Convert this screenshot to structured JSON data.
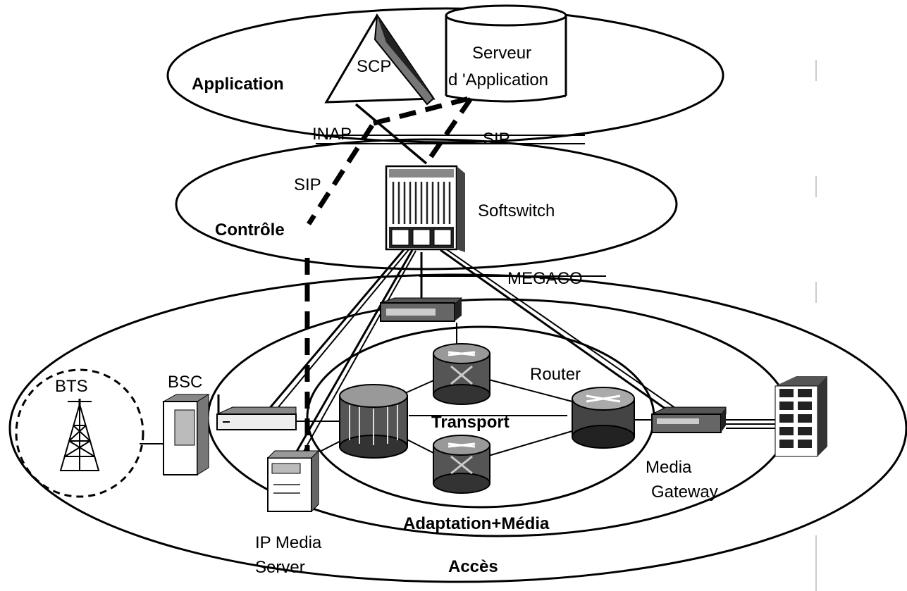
{
  "layers": {
    "application": "Application",
    "controle": "Contrôle",
    "adaptation_media": "Adaptation+Média",
    "transport": "Transport",
    "acces": "Accès"
  },
  "nodes": {
    "scp": "SCP",
    "serveur_line1": "Serveur",
    "serveur_line2": "d 'Application",
    "softswitch": "Softswitch",
    "router": "Router",
    "bts": "BTS",
    "bsc": "BSC",
    "media_gateway_line1": "Media",
    "media_gateway_line2": "Gateway",
    "ip_media_server_line1": "IP Media",
    "ip_media_server_line2": "Server"
  },
  "protocols": {
    "inap": "INAP",
    "sip_top": "SIP",
    "sip_left": "SIP",
    "megaco": "MEGACO"
  }
}
